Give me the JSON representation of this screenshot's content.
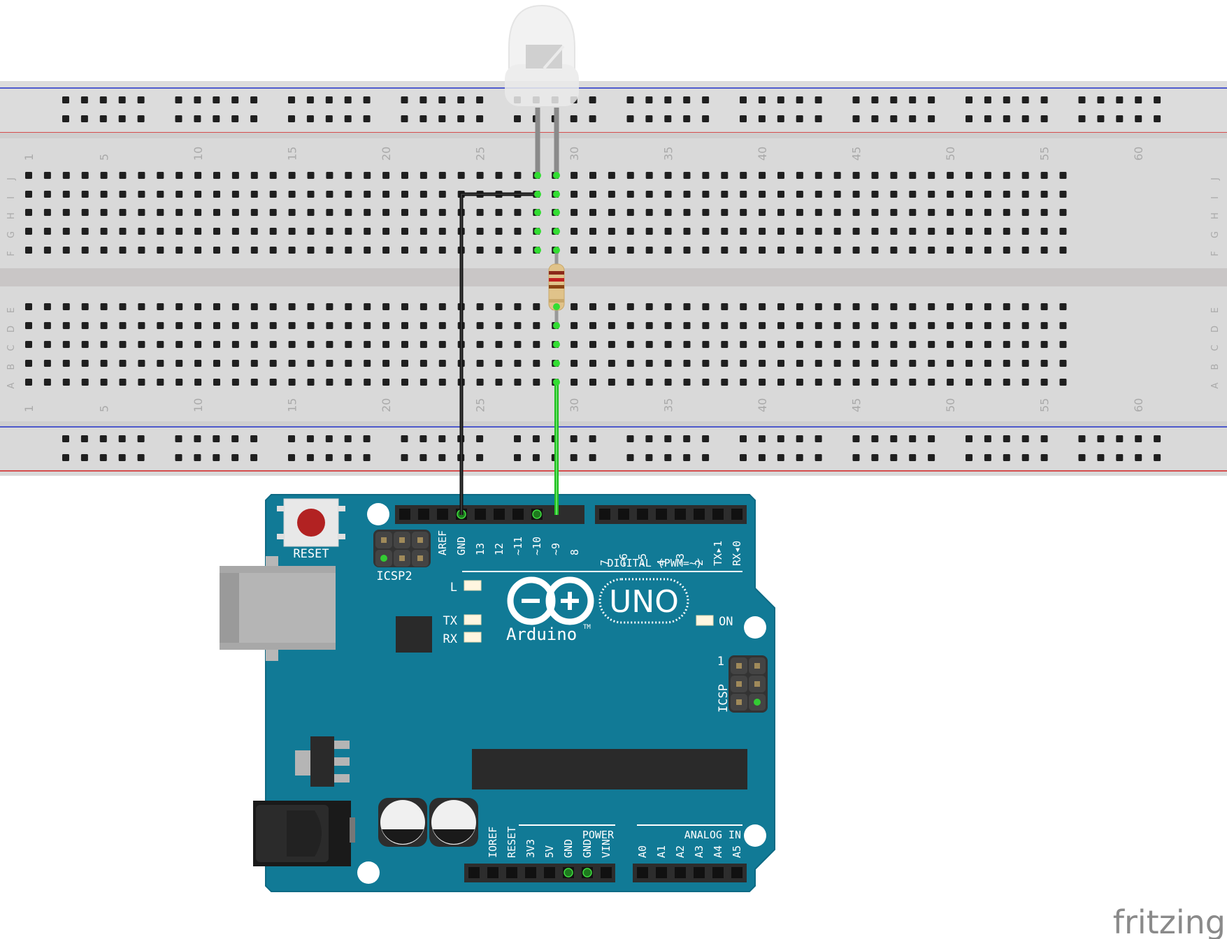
{
  "breadboard": {
    "column_numbers": [
      "1",
      "5",
      "10",
      "15",
      "20",
      "25",
      "30",
      "35",
      "40",
      "45",
      "50",
      "55",
      "60"
    ],
    "top_rows": [
      "J",
      "I",
      "H",
      "G",
      "F"
    ],
    "bottom_rows": [
      "E",
      "D",
      "C",
      "B",
      "A"
    ]
  },
  "arduino": {
    "reset_label": "RESET",
    "icsp2_label": "ICSP2",
    "icsp_label": "ICSP",
    "icsp_pin1": "1",
    "led_l": "L",
    "led_tx": "TX",
    "led_rx": "RX",
    "led_on": "ON",
    "uno_logo": "UNO",
    "brand": "Arduino",
    "tm": "TM",
    "digital_label": "DIGITAL (PWM=~)",
    "power_label": "POWER",
    "analog_label": "ANALOG IN",
    "digital_pins_left": [
      "AREF",
      "GND",
      "13",
      "12",
      "~11",
      "~10",
      "~9",
      "8"
    ],
    "digital_pins_right": [
      "7",
      "~6",
      "~5",
      "4",
      "~3",
      "2",
      "TX▸1",
      "RX◂0"
    ],
    "power_pins": [
      "IOREF",
      "RESET",
      "3V3",
      "5V",
      "GND",
      "GND",
      "VIN"
    ],
    "analog_pins": [
      "A0",
      "A1",
      "A2",
      "A3",
      "A4",
      "A5"
    ]
  },
  "wires": {
    "gnd_color": "#111111",
    "signal_color": "#1fbf1f"
  },
  "colors": {
    "board": "#117a96",
    "breadboard": "#d9d9d9",
    "rail_red": "#d42020",
    "rail_blue": "#2030c8"
  },
  "watermark": "fritzing"
}
